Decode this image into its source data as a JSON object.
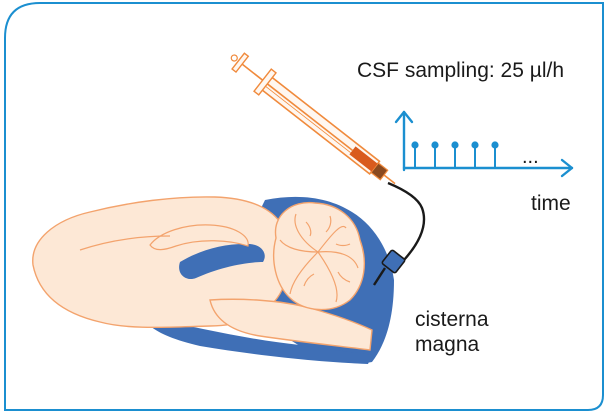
{
  "colors": {
    "frame": "#1b8fd0",
    "timeline": "#1b8fd0",
    "tissue": "#fde8d6",
    "tissue_outline": "#f3a36d",
    "ventricle": "#3f6fb6",
    "syringe": "#f08a3c",
    "syringe_fill": "#d95b1e",
    "catheter": "#1a1a1a",
    "port": "#3f6fb6",
    "text": "#1a1a1a"
  },
  "labels": {
    "sampling": "CSF sampling: 25 µl/h",
    "time": "time",
    "ellipsis": "...",
    "cisterna_line1": "cisterna",
    "cisterna_line2": "magna"
  },
  "sampling_events": 5,
  "icons": [
    "syringe-icon",
    "brain-sagittal-illustration",
    "sample-timeline-arrow"
  ]
}
